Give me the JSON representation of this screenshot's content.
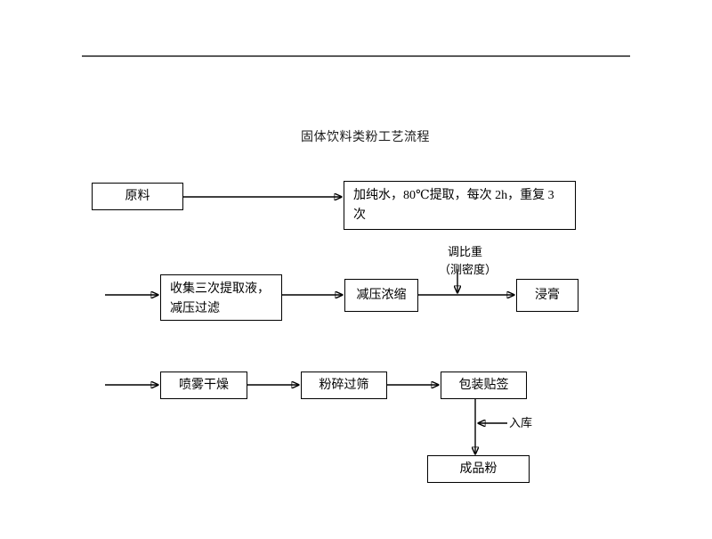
{
  "document": {
    "title": "固体饮料类粉工艺流程"
  },
  "flowchart": {
    "type": "process-flow-diagram",
    "nodes": [
      {
        "id": "raw-material",
        "label": "原料"
      },
      {
        "id": "water-extraction",
        "label": "加纯水，80℃提取，每次 2h，重复 3次"
      },
      {
        "id": "collect-filter",
        "label": "收集三次提取液，\n减压过滤"
      },
      {
        "id": "vacuum-concentrate",
        "label": "减压浓缩"
      },
      {
        "id": "extract-paste",
        "label": "浸膏"
      },
      {
        "id": "spray-dry",
        "label": "喷雾干燥"
      },
      {
        "id": "crush-sieve",
        "label": "粉碎过筛"
      },
      {
        "id": "pack-label",
        "label": "包装贴签"
      },
      {
        "id": "finished-powder",
        "label": "成品粉"
      }
    ],
    "annotations": [
      {
        "id": "adjust-density",
        "line1": "调比重",
        "line2": "（测密度）"
      },
      {
        "id": "warehouse",
        "label": "入库"
      }
    ]
  },
  "colors": {
    "stroke": "#000000",
    "rule": "#5a5a5a",
    "background": "#ffffff"
  }
}
